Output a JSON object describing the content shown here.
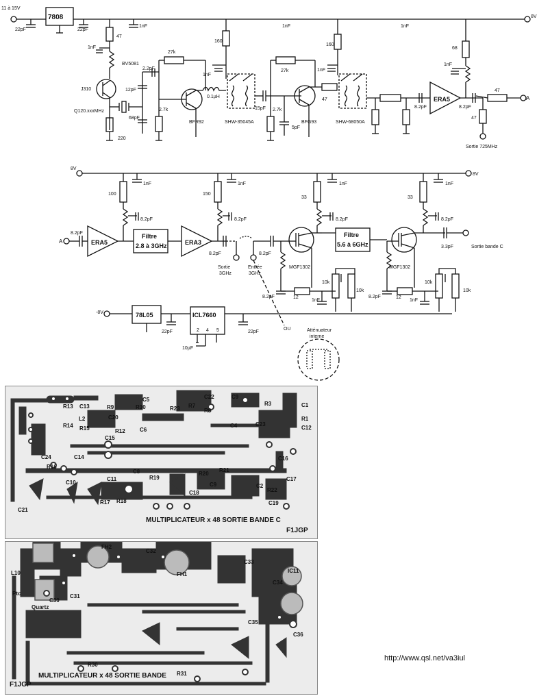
{
  "top_circuit": {
    "supply_in": "11 à 15V",
    "supply_out": "8V",
    "regulator": "7808",
    "components": {
      "c_22pF_a": "22pF",
      "c_22pF_b": "22pF",
      "c_1nF_a": "1nF",
      "c_1nF_b": "1nF",
      "c_1nF_c": "1nF",
      "c_1nF_d": "1nF",
      "c_1nF_e": "1nF",
      "c_1nF_f": "1nF",
      "r_47_a": "47",
      "varicap": "BV5081",
      "r_27k_a": "27k",
      "r_27k_b": "27k",
      "r_160_a": "160",
      "r_160_b": "160",
      "r_68": "68",
      "c_2p2": "2.2pF",
      "c_12p": "12pF",
      "c_68p": "68pF",
      "r_2k7_a": "2.7k",
      "r_2k7_b": "2.7k",
      "r_220": "220",
      "l_0p1uH": "0.1µH",
      "c_15p": "15pF",
      "c_5p": "5pF",
      "r_47_b": "47",
      "r_47_c": "47",
      "r_47_d": "47",
      "c_8p2_a": "8.2pF",
      "c_8p2_b": "8.2pF",
      "fet": "J310",
      "crystal": "Q120.xxxMHz",
      "t1": "BFR92",
      "t2": "BFG93",
      "filter1": "SHW-35045A",
      "filter2": "SHW-68050A",
      "amp": "ERA5",
      "out_a": "A",
      "sortie_725": "Sortie 725MHz"
    }
  },
  "bottom_circuit": {
    "supply_8v_left": "8V",
    "supply_8v_right": "8V",
    "input_a": "A",
    "c_in": "8.2pF",
    "amp1": "ERA5",
    "filter1_line1": "Filtre",
    "filter1_line2": "2.8 à 3GHz",
    "amp2": "ERA3",
    "r_100": "100",
    "r_150": "150",
    "c_1nF": "1nF",
    "c_8p2": "8.2pF",
    "r_33": "33",
    "sortie_3ghz_1": "Sortie",
    "sortie_3ghz_2": "3GHz",
    "entree_3ghz_1": "Entrée",
    "entree_3ghz_2": "3GHz",
    "fet": "MGF1302",
    "filter2_line1": "Filtre",
    "filter2_line2": "5.6 à 6GHz",
    "c_3p3": "3.3pF",
    "sortie_bande_c": "Sortie bande C",
    "r_12": "12",
    "r_10k": "10k",
    "neg_supply": "-8V",
    "reg2": "78L05",
    "inv": "ICL7660",
    "c_22p": "22pF",
    "c_10u": "10µF",
    "pin2": "2",
    "pin4": "4",
    "pin5": "5",
    "ou": "OU",
    "att_1": "Atténuateur",
    "att_2": "interne"
  },
  "pcb1": {
    "title": "MULTIPLICATEUR x 48 SORTIE BANDE C",
    "author": "F1JGP",
    "labels": [
      "C13",
      "L2",
      "R9",
      "R10",
      "C5",
      "C22",
      "C9",
      "R23",
      "R7",
      "R8",
      "R3",
      "C1",
      "R13",
      "R14",
      "R15",
      "C20",
      "R12",
      "C15",
      "C6",
      "C23",
      "C4",
      "R1",
      "C12",
      "C24",
      "C14",
      "R16",
      "C16",
      "C10",
      "C11",
      "C8",
      "R19",
      "R20",
      "R21",
      "C17",
      "R17",
      "R18",
      "C18",
      "C9",
      "C2",
      "R22",
      "C21",
      "C19"
    ]
  },
  "pcb2": {
    "title": "MULTIPLICATEUR x 48 SORTIE BANDE",
    "author": "F1JGP",
    "labels": [
      "L10",
      "FH2",
      "C32",
      "FH1",
      "C33",
      "IC11",
      "C34",
      "Ptc",
      "Quartz",
      "C30",
      "C31",
      "C35",
      "C36",
      "R30",
      "R31"
    ]
  },
  "url": "http://www.qsl.net/va3iul"
}
